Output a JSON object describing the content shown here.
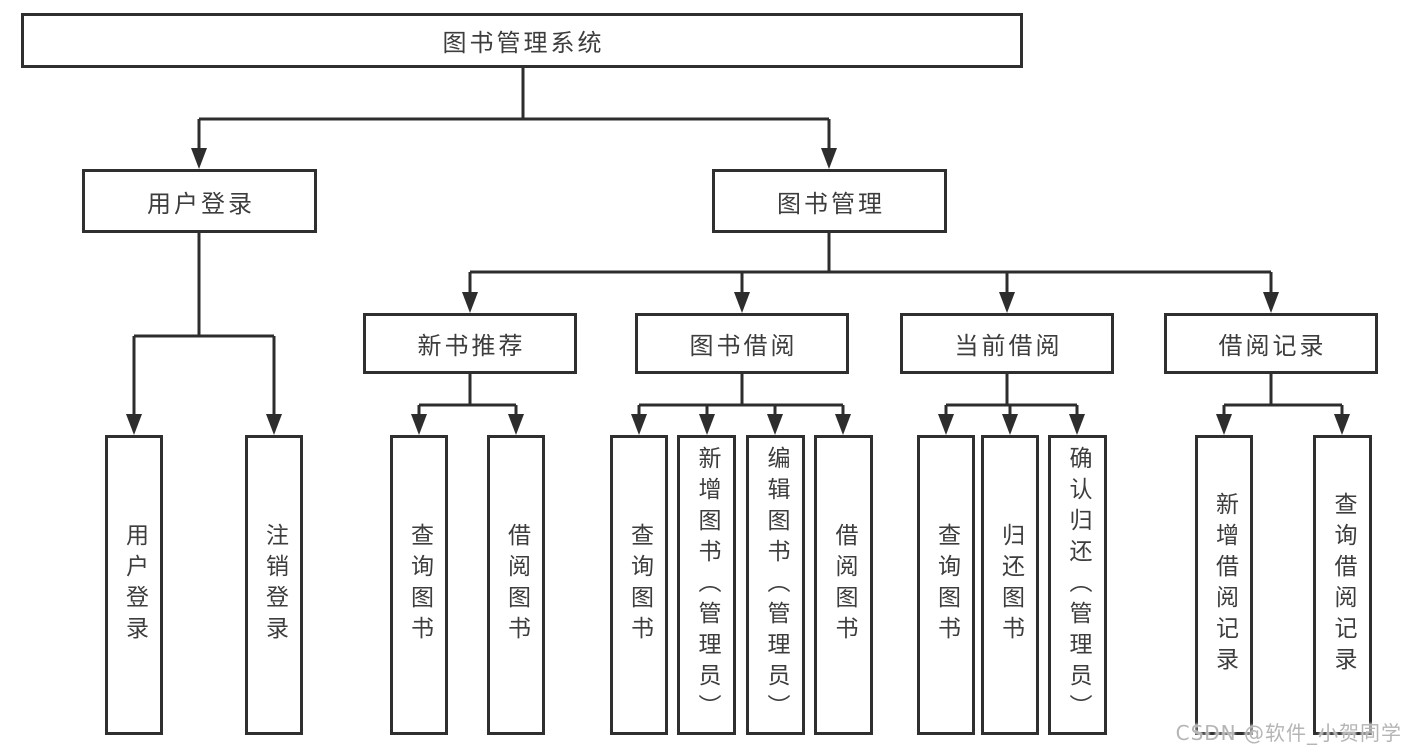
{
  "diagram": {
    "root": {
      "label": "图书管理系统"
    },
    "branches": [
      {
        "label": "用户登录",
        "children": [
          {
            "label": "用户登录"
          },
          {
            "label": "注销登录"
          }
        ]
      },
      {
        "label": "图书管理",
        "children": [
          {
            "label": "新书推荐",
            "children": [
              {
                "label": "查询图书"
              },
              {
                "label": "借阅图书"
              }
            ]
          },
          {
            "label": "图书借阅",
            "children": [
              {
                "label": "查询图书"
              },
              {
                "label": "新增图书（管理员）"
              },
              {
                "label": "编辑图书（管理员）"
              },
              {
                "label": "借阅图书"
              }
            ]
          },
          {
            "label": "当前借阅",
            "children": [
              {
                "label": "查询图书"
              },
              {
                "label": "归还图书"
              },
              {
                "label": "确认归还（管理员）"
              }
            ]
          },
          {
            "label": "借阅记录",
            "children": [
              {
                "label": "新增借阅记录"
              },
              {
                "label": "查询借阅记录"
              }
            ]
          }
        ]
      }
    ]
  },
  "watermark": {
    "text": "CSDN @软件_小贺同学"
  },
  "colors": {
    "line": "#2d2d2d",
    "border": "#2f2f2f",
    "text": "#3d3d3d",
    "watermark": "#b5b5b5",
    "background": "#ffffff"
  }
}
